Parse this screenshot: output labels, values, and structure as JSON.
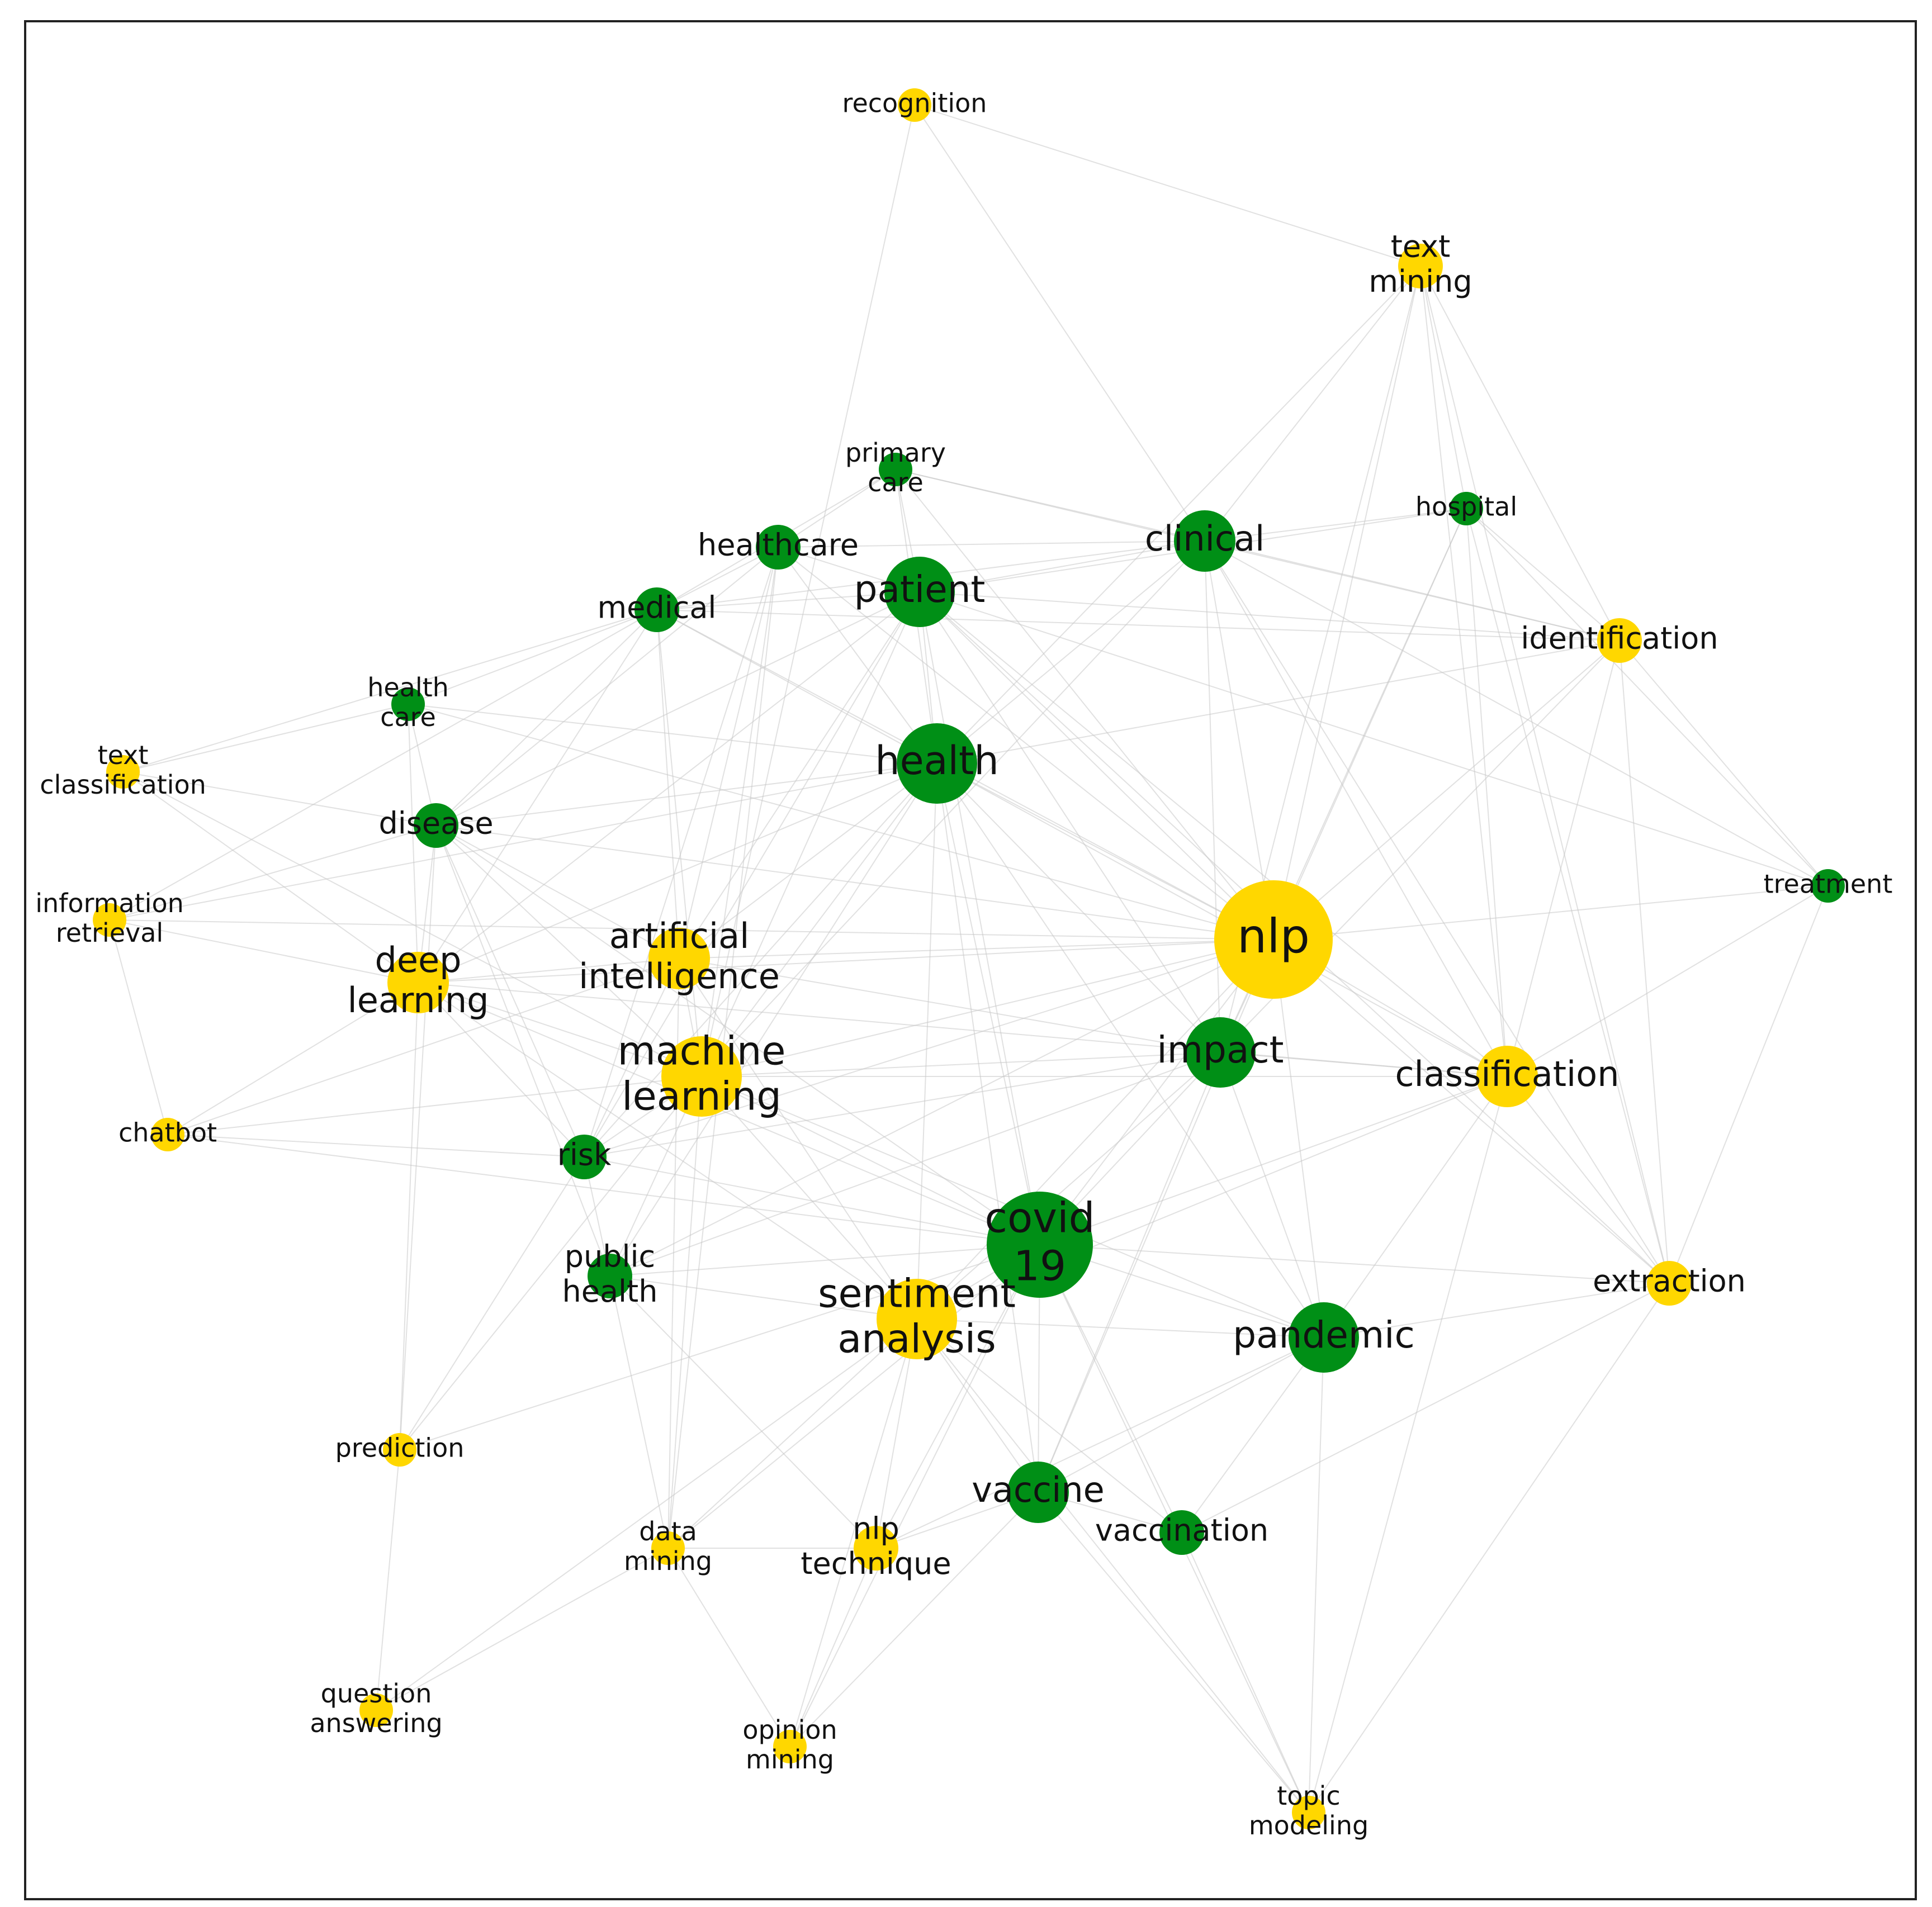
{
  "colors": {
    "topic": "#008f16",
    "method": "#ffd700",
    "edge": "#c8c8c8",
    "frame": "#222222"
  },
  "nodes": [
    {
      "id": "recognition",
      "label": [
        "recognition"
      ],
      "group": "method",
      "weight": 1
    },
    {
      "id": "text-mining",
      "label": [
        "text",
        "mining"
      ],
      "group": "method",
      "weight": 2
    },
    {
      "id": "primary-care",
      "label": [
        "primary",
        "care"
      ],
      "group": "topic",
      "weight": 1
    },
    {
      "id": "hospital",
      "label": [
        "hospital"
      ],
      "group": "topic",
      "weight": 1
    },
    {
      "id": "healthcare",
      "label": [
        "healthcare"
      ],
      "group": "topic",
      "weight": 2
    },
    {
      "id": "clinical",
      "label": [
        "clinical"
      ],
      "group": "topic",
      "weight": 3
    },
    {
      "id": "patient",
      "label": [
        "patient"
      ],
      "group": "topic",
      "weight": 4
    },
    {
      "id": "medical",
      "label": [
        "medical"
      ],
      "group": "topic",
      "weight": 2
    },
    {
      "id": "identification",
      "label": [
        "identification"
      ],
      "group": "method",
      "weight": 2
    },
    {
      "id": "health-care",
      "label": [
        "health",
        "care"
      ],
      "group": "topic",
      "weight": 1
    },
    {
      "id": "text-classification",
      "label": [
        "text",
        "classification"
      ],
      "group": "method",
      "weight": 1
    },
    {
      "id": "health",
      "label": [
        "health"
      ],
      "group": "topic",
      "weight": 5
    },
    {
      "id": "disease",
      "label": [
        "disease"
      ],
      "group": "topic",
      "weight": 2
    },
    {
      "id": "treatment",
      "label": [
        "treatment"
      ],
      "group": "topic",
      "weight": 1
    },
    {
      "id": "information-retrieval",
      "label": [
        "information",
        "retrieval"
      ],
      "group": "method",
      "weight": 1
    },
    {
      "id": "nlp",
      "label": [
        "nlp"
      ],
      "group": "method",
      "weight": 8
    },
    {
      "id": "deep-learning",
      "label": [
        "deep",
        "learning"
      ],
      "group": "method",
      "weight": 3
    },
    {
      "id": "artificial-intelligence",
      "label": [
        "artificial",
        "intelligence"
      ],
      "group": "method",
      "weight": 3
    },
    {
      "id": "machine-learning",
      "label": [
        "machine",
        "learning"
      ],
      "group": "method",
      "weight": 5
    },
    {
      "id": "impact",
      "label": [
        "impact"
      ],
      "group": "topic",
      "weight": 4
    },
    {
      "id": "classification",
      "label": [
        "classification"
      ],
      "group": "method",
      "weight": 3
    },
    {
      "id": "chatbot",
      "label": [
        "chatbot"
      ],
      "group": "method",
      "weight": 1
    },
    {
      "id": "risk",
      "label": [
        "risk"
      ],
      "group": "topic",
      "weight": 2
    },
    {
      "id": "covid-19",
      "label": [
        "covid",
        "19"
      ],
      "group": "topic",
      "weight": 7
    },
    {
      "id": "public-health",
      "label": [
        "public",
        "health"
      ],
      "group": "topic",
      "weight": 2
    },
    {
      "id": "sentiment-analysis",
      "label": [
        "sentiment",
        "analysis"
      ],
      "group": "method",
      "weight": 5
    },
    {
      "id": "extraction",
      "label": [
        "extraction"
      ],
      "group": "method",
      "weight": 2
    },
    {
      "id": "pandemic",
      "label": [
        "pandemic"
      ],
      "group": "topic",
      "weight": 4
    },
    {
      "id": "prediction",
      "label": [
        "prediction"
      ],
      "group": "method",
      "weight": 1
    },
    {
      "id": "vaccine",
      "label": [
        "vaccine"
      ],
      "group": "topic",
      "weight": 3
    },
    {
      "id": "vaccination",
      "label": [
        "vaccination"
      ],
      "group": "topic",
      "weight": 2
    },
    {
      "id": "data-mining",
      "label": [
        "data",
        "mining"
      ],
      "group": "method",
      "weight": 1
    },
    {
      "id": "nlp-technique",
      "label": [
        "nlp",
        "technique"
      ],
      "group": "method",
      "weight": 2
    },
    {
      "id": "question-answering",
      "label": [
        "question",
        "answering"
      ],
      "group": "method",
      "weight": 1
    },
    {
      "id": "opinion-mining",
      "label": [
        "opinion",
        "mining"
      ],
      "group": "method",
      "weight": 1
    },
    {
      "id": "topic-modeling",
      "label": [
        "topic",
        "modeling"
      ],
      "group": "method",
      "weight": 1
    }
  ],
  "edges": [
    [
      "nlp",
      "health"
    ],
    [
      "nlp",
      "patient"
    ],
    [
      "nlp",
      "clinical"
    ],
    [
      "nlp",
      "covid-19"
    ],
    [
      "nlp",
      "impact"
    ],
    [
      "nlp",
      "classification"
    ],
    [
      "nlp",
      "machine-learning"
    ],
    [
      "nlp",
      "sentiment-analysis"
    ],
    [
      "nlp",
      "deep-learning"
    ],
    [
      "nlp",
      "artificial-intelligence"
    ],
    [
      "nlp",
      "medical"
    ],
    [
      "nlp",
      "healthcare"
    ],
    [
      "nlp",
      "disease"
    ],
    [
      "nlp",
      "identification"
    ],
    [
      "nlp",
      "extraction"
    ],
    [
      "nlp",
      "treatment"
    ],
    [
      "nlp",
      "text-mining"
    ],
    [
      "nlp",
      "pandemic"
    ],
    [
      "nlp",
      "vaccine"
    ],
    [
      "nlp",
      "hospital"
    ],
    [
      "nlp",
      "risk"
    ],
    [
      "nlp",
      "public-health"
    ],
    [
      "nlp",
      "information-retrieval"
    ],
    [
      "nlp",
      "health-care"
    ],
    [
      "nlp",
      "primary-care"
    ],
    [
      "covid-19",
      "sentiment-analysis"
    ],
    [
      "covid-19",
      "pandemic"
    ],
    [
      "covid-19",
      "vaccine"
    ],
    [
      "covid-19",
      "vaccination"
    ],
    [
      "covid-19",
      "impact"
    ],
    [
      "covid-19",
      "health"
    ],
    [
      "covid-19",
      "machine-learning"
    ],
    [
      "covid-19",
      "public-health"
    ],
    [
      "covid-19",
      "risk"
    ],
    [
      "covid-19",
      "nlp-technique"
    ],
    [
      "covid-19",
      "topic-modeling"
    ],
    [
      "covid-19",
      "data-mining"
    ],
    [
      "covid-19",
      "opinion-mining"
    ],
    [
      "covid-19",
      "classification"
    ],
    [
      "covid-19",
      "extraction"
    ],
    [
      "covid-19",
      "patient"
    ],
    [
      "covid-19",
      "deep-learning"
    ],
    [
      "covid-19",
      "prediction"
    ],
    [
      "covid-19",
      "disease"
    ],
    [
      "sentiment-analysis",
      "pandemic"
    ],
    [
      "sentiment-analysis",
      "vaccine"
    ],
    [
      "sentiment-analysis",
      "vaccination"
    ],
    [
      "sentiment-analysis",
      "machine-learning"
    ],
    [
      "sentiment-analysis",
      "deep-learning"
    ],
    [
      "sentiment-analysis",
      "nlp-technique"
    ],
    [
      "sentiment-analysis",
      "opinion-mining"
    ],
    [
      "sentiment-analysis",
      "data-mining"
    ],
    [
      "sentiment-analysis",
      "public-health"
    ],
    [
      "sentiment-analysis",
      "impact"
    ],
    [
      "sentiment-analysis",
      "classification"
    ],
    [
      "sentiment-analysis",
      "health"
    ],
    [
      "sentiment-analysis",
      "question-answering"
    ],
    [
      "sentiment-analysis",
      "artificial-intelligence"
    ],
    [
      "sentiment-analysis",
      "topic-modeling"
    ],
    [
      "machine-learning",
      "deep-learning"
    ],
    [
      "machine-learning",
      "artificial-intelligence"
    ],
    [
      "machine-learning",
      "health"
    ],
    [
      "machine-learning",
      "patient"
    ],
    [
      "machine-learning",
      "classification"
    ],
    [
      "machine-learning",
      "risk"
    ],
    [
      "machine-learning",
      "disease"
    ],
    [
      "machine-learning",
      "prediction"
    ],
    [
      "machine-learning",
      "medical"
    ],
    [
      "machine-learning",
      "healthcare"
    ],
    [
      "machine-learning",
      "impact"
    ],
    [
      "machine-learning",
      "chatbot"
    ],
    [
      "machine-learning",
      "public-health"
    ],
    [
      "machine-learning",
      "clinical"
    ],
    [
      "machine-learning",
      "text-classification"
    ],
    [
      "machine-learning",
      "pandemic"
    ],
    [
      "machine-learning",
      "data-mining"
    ],
    [
      "health",
      "patient"
    ],
    [
      "health",
      "clinical"
    ],
    [
      "health",
      "medical"
    ],
    [
      "health",
      "healthcare"
    ],
    [
      "health",
      "disease"
    ],
    [
      "health",
      "artificial-intelligence"
    ],
    [
      "health",
      "deep-learning"
    ],
    [
      "health",
      "impact"
    ],
    [
      "health",
      "pandemic"
    ],
    [
      "health",
      "risk"
    ],
    [
      "health",
      "identification"
    ],
    [
      "health",
      "health-care"
    ],
    [
      "health",
      "primary-care"
    ],
    [
      "health",
      "public-health"
    ],
    [
      "health",
      "classification"
    ],
    [
      "health",
      "vaccine"
    ],
    [
      "health",
      "information-retrieval"
    ],
    [
      "health",
      "text-mining"
    ],
    [
      "patient",
      "clinical"
    ],
    [
      "patient",
      "medical"
    ],
    [
      "patient",
      "healthcare"
    ],
    [
      "patient",
      "disease"
    ],
    [
      "patient",
      "identification"
    ],
    [
      "patient",
      "hospital"
    ],
    [
      "patient",
      "risk"
    ],
    [
      "patient",
      "primary-care"
    ],
    [
      "patient",
      "extraction"
    ],
    [
      "patient",
      "impact"
    ],
    [
      "patient",
      "artificial-intelligence"
    ],
    [
      "patient",
      "deep-learning"
    ],
    [
      "patient",
      "treatment"
    ],
    [
      "patient",
      "classification"
    ],
    [
      "clinical",
      "identification"
    ],
    [
      "clinical",
      "hospital"
    ],
    [
      "clinical",
      "extraction"
    ],
    [
      "clinical",
      "medical"
    ],
    [
      "clinical",
      "text-mining"
    ],
    [
      "clinical",
      "healthcare"
    ],
    [
      "clinical",
      "classification"
    ],
    [
      "clinical",
      "impact"
    ],
    [
      "clinical",
      "treatment"
    ],
    [
      "clinical",
      "primary-care"
    ],
    [
      "impact",
      "pandemic"
    ],
    [
      "impact",
      "vaccine"
    ],
    [
      "impact",
      "classification"
    ],
    [
      "impact",
      "public-health"
    ],
    [
      "impact",
      "risk"
    ],
    [
      "impact",
      "artificial-intelligence"
    ],
    [
      "impact",
      "identification"
    ],
    [
      "impact",
      "hospital"
    ],
    [
      "classification",
      "extraction"
    ],
    [
      "classification",
      "identification"
    ],
    [
      "classification",
      "deep-learning"
    ],
    [
      "classification",
      "text-mining"
    ],
    [
      "classification",
      "treatment"
    ],
    [
      "classification",
      "hospital"
    ],
    [
      "classification",
      "pandemic"
    ],
    [
      "deep-learning",
      "artificial-intelligence"
    ],
    [
      "deep-learning",
      "disease"
    ],
    [
      "deep-learning",
      "medical"
    ],
    [
      "deep-learning",
      "chatbot"
    ],
    [
      "deep-learning",
      "information-retrieval"
    ],
    [
      "deep-learning",
      "text-classification"
    ],
    [
      "deep-learning",
      "risk"
    ],
    [
      "deep-learning",
      "prediction"
    ],
    [
      "deep-learning",
      "health-care"
    ],
    [
      "artificial-intelligence",
      "medical"
    ],
    [
      "artificial-intelligence",
      "healthcare"
    ],
    [
      "artificial-intelligence",
      "disease"
    ],
    [
      "artificial-intelligence",
      "chatbot"
    ],
    [
      "artificial-intelligence",
      "risk"
    ],
    [
      "artificial-intelligence",
      "data-mining"
    ],
    [
      "pandemic",
      "vaccine"
    ],
    [
      "pandemic",
      "vaccination"
    ],
    [
      "pandemic",
      "extraction"
    ],
    [
      "pandemic",
      "topic-modeling"
    ],
    [
      "pandemic",
      "nlp-technique"
    ],
    [
      "vaccine",
      "vaccination"
    ],
    [
      "vaccine",
      "nlp-technique"
    ],
    [
      "vaccine",
      "topic-modeling"
    ],
    [
      "vaccine",
      "opinion-mining"
    ],
    [
      "extraction",
      "identification"
    ],
    [
      "extraction",
      "treatment"
    ],
    [
      "extraction",
      "topic-modeling"
    ],
    [
      "extraction",
      "hospital"
    ],
    [
      "extraction",
      "text-mining"
    ],
    [
      "extraction",
      "vaccination"
    ],
    [
      "identification",
      "hospital"
    ],
    [
      "identification",
      "text-mining"
    ],
    [
      "identification",
      "treatment"
    ],
    [
      "identification",
      "medical"
    ],
    [
      "medical",
      "healthcare"
    ],
    [
      "medical",
      "disease"
    ],
    [
      "medical",
      "health-care"
    ],
    [
      "medical",
      "primary-care"
    ],
    [
      "medical",
      "text-classification"
    ],
    [
      "medical",
      "information-retrieval"
    ],
    [
      "healthcare",
      "primary-care"
    ],
    [
      "healthcare",
      "disease"
    ],
    [
      "healthcare",
      "risk"
    ],
    [
      "healthcare",
      "data-mining"
    ],
    [
      "disease",
      "risk"
    ],
    [
      "disease",
      "health-care"
    ],
    [
      "disease",
      "information-retrieval"
    ],
    [
      "disease",
      "text-classification"
    ],
    [
      "disease",
      "public-health"
    ],
    [
      "disease",
      "prediction"
    ],
    [
      "risk",
      "public-health"
    ],
    [
      "risk",
      "prediction"
    ],
    [
      "risk",
      "chatbot"
    ],
    [
      "public-health",
      "data-mining"
    ],
    [
      "public-health",
      "nlp-technique"
    ],
    [
      "nlp-technique",
      "data-mining"
    ],
    [
      "nlp-technique",
      "opinion-mining"
    ],
    [
      "text-mining",
      "recognition"
    ],
    [
      "text-mining",
      "hospital"
    ],
    [
      "text-mining",
      "impact"
    ],
    [
      "recognition",
      "machine-learning"
    ],
    [
      "recognition",
      "clinical"
    ],
    [
      "prediction",
      "question-answering"
    ],
    [
      "data-mining",
      "question-answering"
    ],
    [
      "data-mining",
      "opinion-mining"
    ],
    [
      "topic-modeling",
      "classification"
    ],
    [
      "vaccination",
      "topic-modeling"
    ],
    [
      "health-care",
      "text-classification"
    ],
    [
      "information-retrieval",
      "chatbot"
    ],
    [
      "treatment",
      "hospital"
    ],
    [
      "chatbot",
      "covid-19"
    ],
    [
      "primary-care",
      "identification"
    ]
  ]
}
